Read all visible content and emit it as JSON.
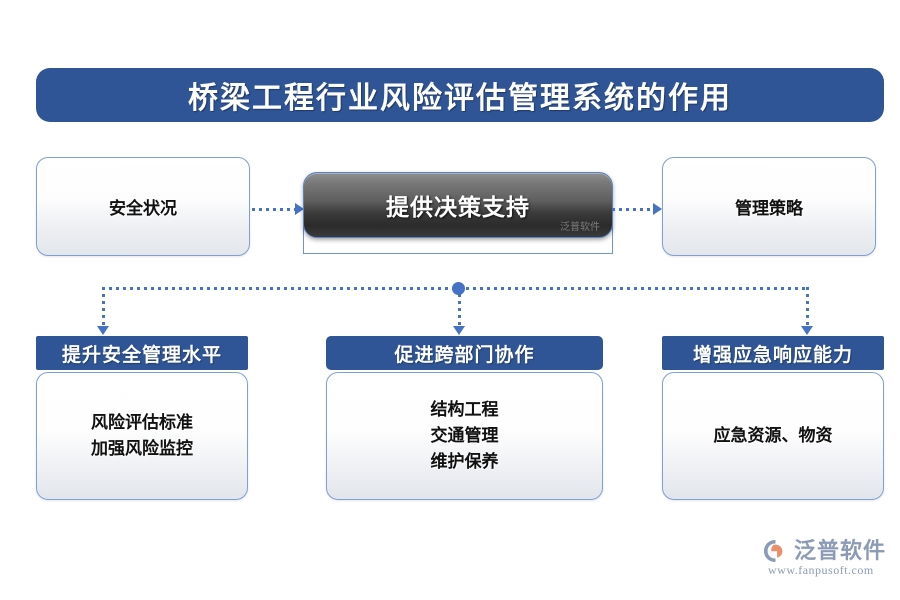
{
  "page": {
    "background": "#ffffff",
    "accent_blue": "#2F5597",
    "connector_blue": "#4472C4",
    "box_border_blue": "#7FA0D4"
  },
  "title": {
    "text": "桥梁工程行业风险评估管理系统的作用"
  },
  "flow": {
    "left_box": {
      "label": "安全状况"
    },
    "center_box": {
      "label": "提供决策支持",
      "watermark": "泛普软件"
    },
    "right_box": {
      "label": "管理策略"
    }
  },
  "cards": [
    {
      "header": "提升安全管理水平",
      "lines": [
        "风险评估标准",
        "加强风险监控"
      ]
    },
    {
      "header": "促进跨部门协作",
      "lines": [
        "结构工程",
        "交通管理",
        "维护保养"
      ]
    },
    {
      "header": "增强应急响应能力",
      "lines": [
        "应急资源、物资"
      ]
    }
  ],
  "logo": {
    "name": "泛普软件",
    "url": "www.fanpusoft.com",
    "mark_outer_color": "#8C9BB5",
    "mark_inner_color": "#E8906A"
  }
}
